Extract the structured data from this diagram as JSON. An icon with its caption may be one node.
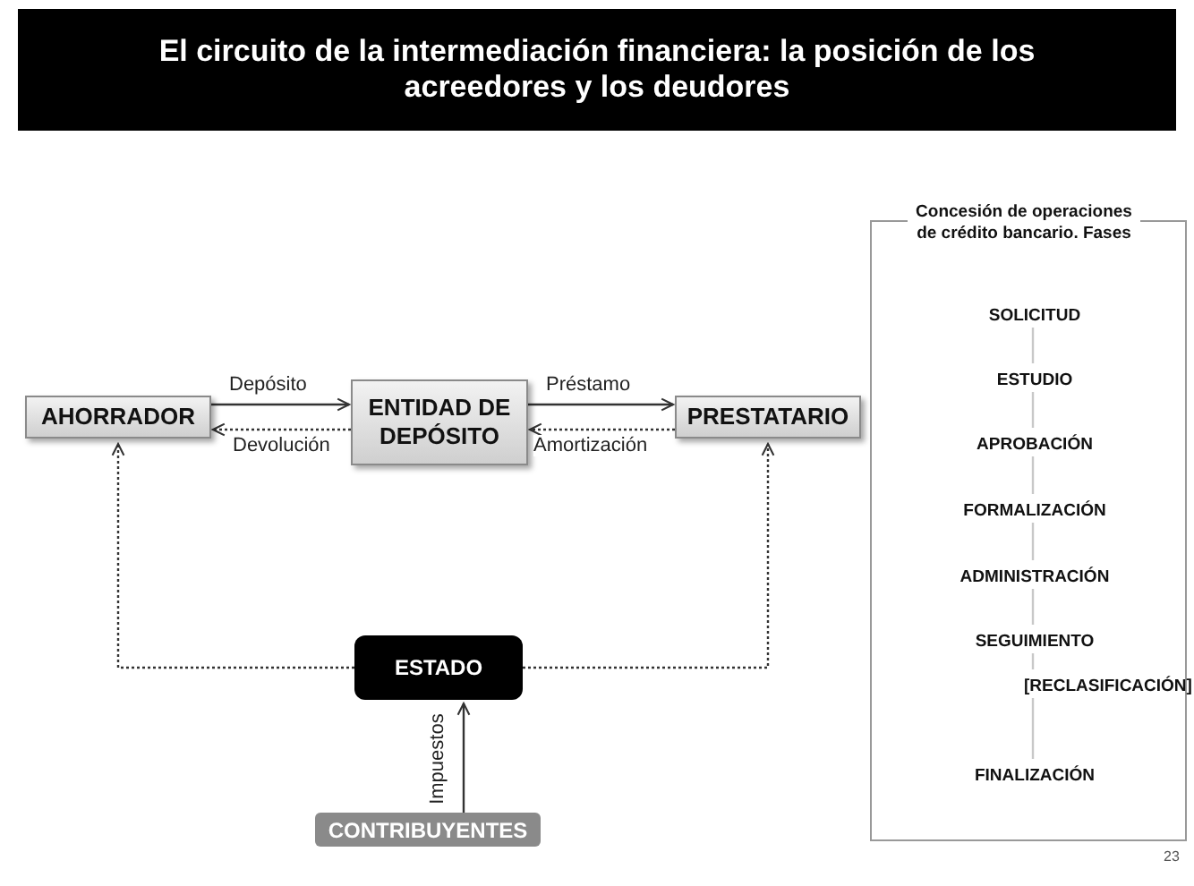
{
  "diagram": {
    "title": "El circuito de la intermediación financiera: la posición de los acreedores y los deudores",
    "nodes": [
      {
        "text": [
          "AHORRADOR"
        ]
      },
      {
        "text": [
          "ENTIDAD DE DEPÓSITO"
        ]
      },
      {
        "text": [
          "PRESTATARIO"
        ]
      },
      {
        "text": [
          "ESTADO"
        ]
      },
      {
        "text": [
          "CONTRIBUYENTES"
        ]
      },
      {
        "text": [
          "Concesión de operaciones de crédito bancario. Fases"
        ]
      },
      {
        "text": [
          "SOLICITUD"
        ],
        "in": 5
      },
      {
        "text": [
          "ESTUDIO"
        ],
        "in": 5
      },
      {
        "text": [
          "APROBACIÓN"
        ],
        "in": 5
      },
      {
        "text": [
          "FORMALIZACIÓN"
        ],
        "in": 5
      },
      {
        "text": [
          "ADMINISTRACIÓN"
        ],
        "in": 5
      },
      {
        "text": [
          "SEGUIMIENTO"
        ],
        "in": 5
      },
      {
        "text": [
          "[RECLASIFICACIÓN]"
        ],
        "in": 5
      },
      {
        "text": [
          "FINALIZACIÓN"
        ],
        "in": 5
      }
    ],
    "edges": [
      {
        "from": 0,
        "to": 1,
        "arrow": "to",
        "label": "Depósito"
      },
      {
        "from": 1,
        "to": 0,
        "arrow": "to",
        "label": "Devolución",
        "style": "dashed"
      },
      {
        "from": 1,
        "to": 2,
        "arrow": "to",
        "label": "Préstamo"
      },
      {
        "from": 2,
        "to": 1,
        "arrow": "to",
        "label": "Amortización",
        "style": "dashed"
      },
      {
        "from": 3,
        "to": 0,
        "arrow": "to",
        "style": "dashed"
      },
      {
        "from": 3,
        "to": 2,
        "arrow": "to",
        "style": "dashed"
      },
      {
        "from": 4,
        "to": 3,
        "arrow": "to",
        "label": "Impuestos"
      },
      {
        "from": 6,
        "to": 7,
        "arrow": "none",
        "color": "#c8c8c8"
      },
      {
        "from": 7,
        "to": 8,
        "arrow": "none",
        "color": "#c8c8c8"
      },
      {
        "from": 8,
        "to": 9,
        "arrow": "none",
        "color": "#c8c8c8"
      },
      {
        "from": 9,
        "to": 10,
        "arrow": "none",
        "color": "#c8c8c8"
      },
      {
        "from": 10,
        "to": 11,
        "arrow": "none",
        "color": "#c8c8c8"
      },
      {
        "from": 11,
        "to": 12,
        "arrow": "none",
        "color": "#c8c8c8"
      },
      {
        "from": 12,
        "to": 13,
        "arrow": "none",
        "color": "#c8c8c8"
      }
    ],
    "labels": [
      "23"
    ]
  }
}
